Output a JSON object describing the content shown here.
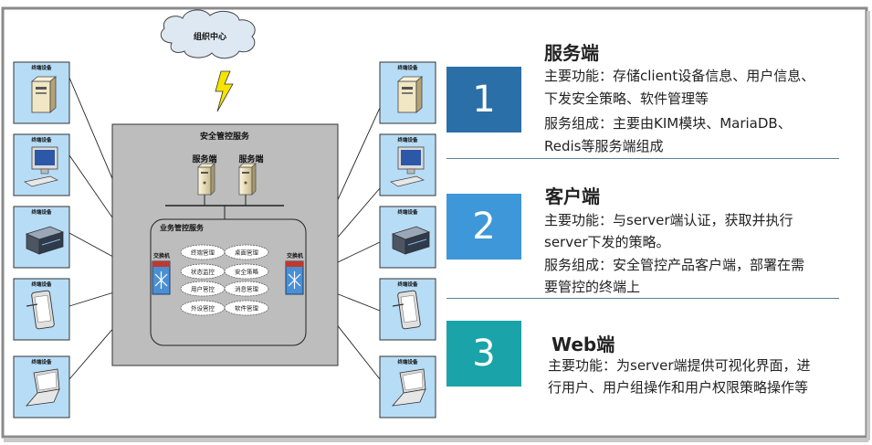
{
  "diagram": {
    "cloud_label": "组织中心",
    "server_box_title": "安全管控服务",
    "server_label": "服务端",
    "business_title": "业务管控服务",
    "switch_label": "交换机",
    "terminal_label": "终端设备",
    "modules": [
      "终端管理",
      "桌面管理",
      "状态监控",
      "安全策略",
      "用户管控",
      "消息管理",
      "外设管控",
      "软件管理"
    ]
  },
  "sections": [
    {
      "number": "1",
      "title": "服务端",
      "color": "#2a6fa8",
      "lines": [
        "主要功能：存储client设备信息、用户信息、",
        "下发安全策略、软件管理等",
        "服务组成：主要由KIM模块、MariaDB、",
        "Redis等服务端组成"
      ]
    },
    {
      "number": "2",
      "title": "客户端",
      "color": "#3d97d8",
      "lines": [
        "主要功能：与server端认证，获取并执行",
        "server下发的策略。",
        " 服务组成：安全管控产品客户端，部署在需",
        "要管控的终端上"
      ]
    },
    {
      "number": "3",
      "title": "Web端",
      "color": "#1aa3a8",
      "lines": [
        "主要功能：为server端提供可视化界面，进",
        "行用户、用户组操作和用户权限策略操作等"
      ]
    }
  ]
}
